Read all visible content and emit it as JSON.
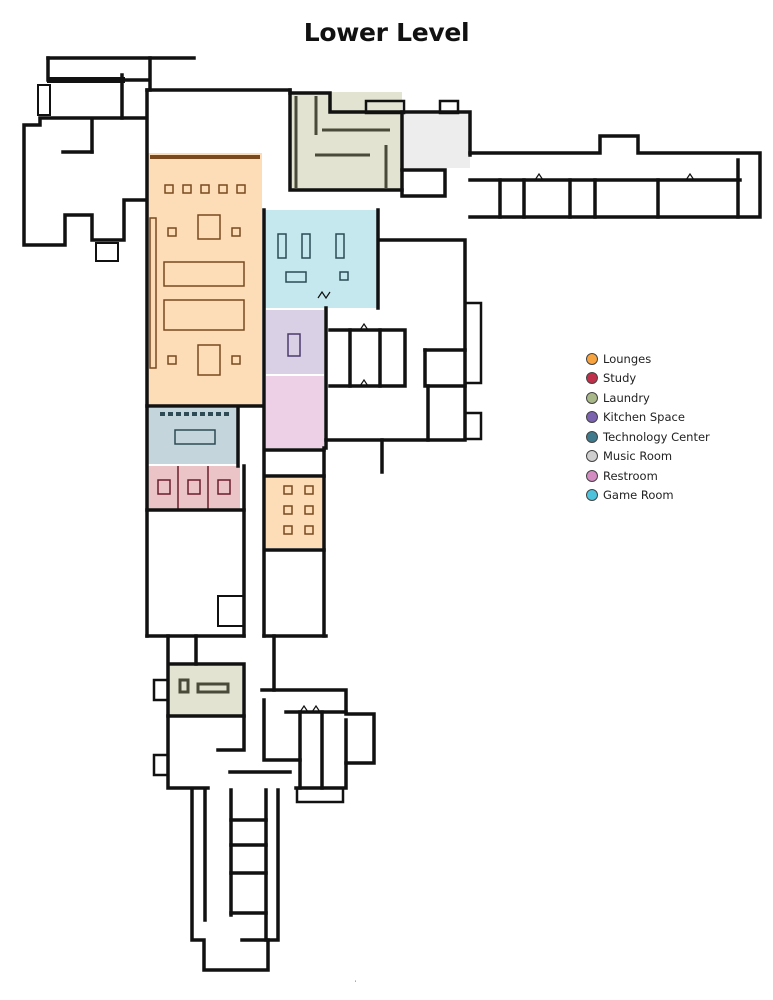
{
  "title": "Lower Level",
  "legend": {
    "items": [
      {
        "label": "Lounges",
        "color": "#F7A340"
      },
      {
        "label": "Study",
        "color": "#C0304A"
      },
      {
        "label": "Laundry",
        "color": "#A9B889"
      },
      {
        "label": "Kitchen Space",
        "color": "#7B63B0"
      },
      {
        "label": "Technology Center",
        "color": "#3F7A8C"
      },
      {
        "label": "Music Room",
        "color": "#CFCFCF"
      },
      {
        "label": "Restroom",
        "color": "#D28CC2"
      },
      {
        "label": "Game Room",
        "color": "#4FC3DB"
      }
    ]
  },
  "rooms": [
    {
      "type": "Lounges",
      "fill": "#FDDDB8"
    },
    {
      "type": "Study",
      "fill": "#EBC4C8"
    },
    {
      "type": "Laundry",
      "fill": "#E2E3D0"
    },
    {
      "type": "Kitchen Space",
      "fill": "#D9D0E6"
    },
    {
      "type": "Technology Center",
      "fill": "#C4D6DB"
    },
    {
      "type": "Music Room",
      "fill": "#EDEDED"
    },
    {
      "type": "Restroom",
      "fill": "#EDCFE6"
    },
    {
      "type": "Game Room",
      "fill": "#C5E8EF"
    }
  ]
}
